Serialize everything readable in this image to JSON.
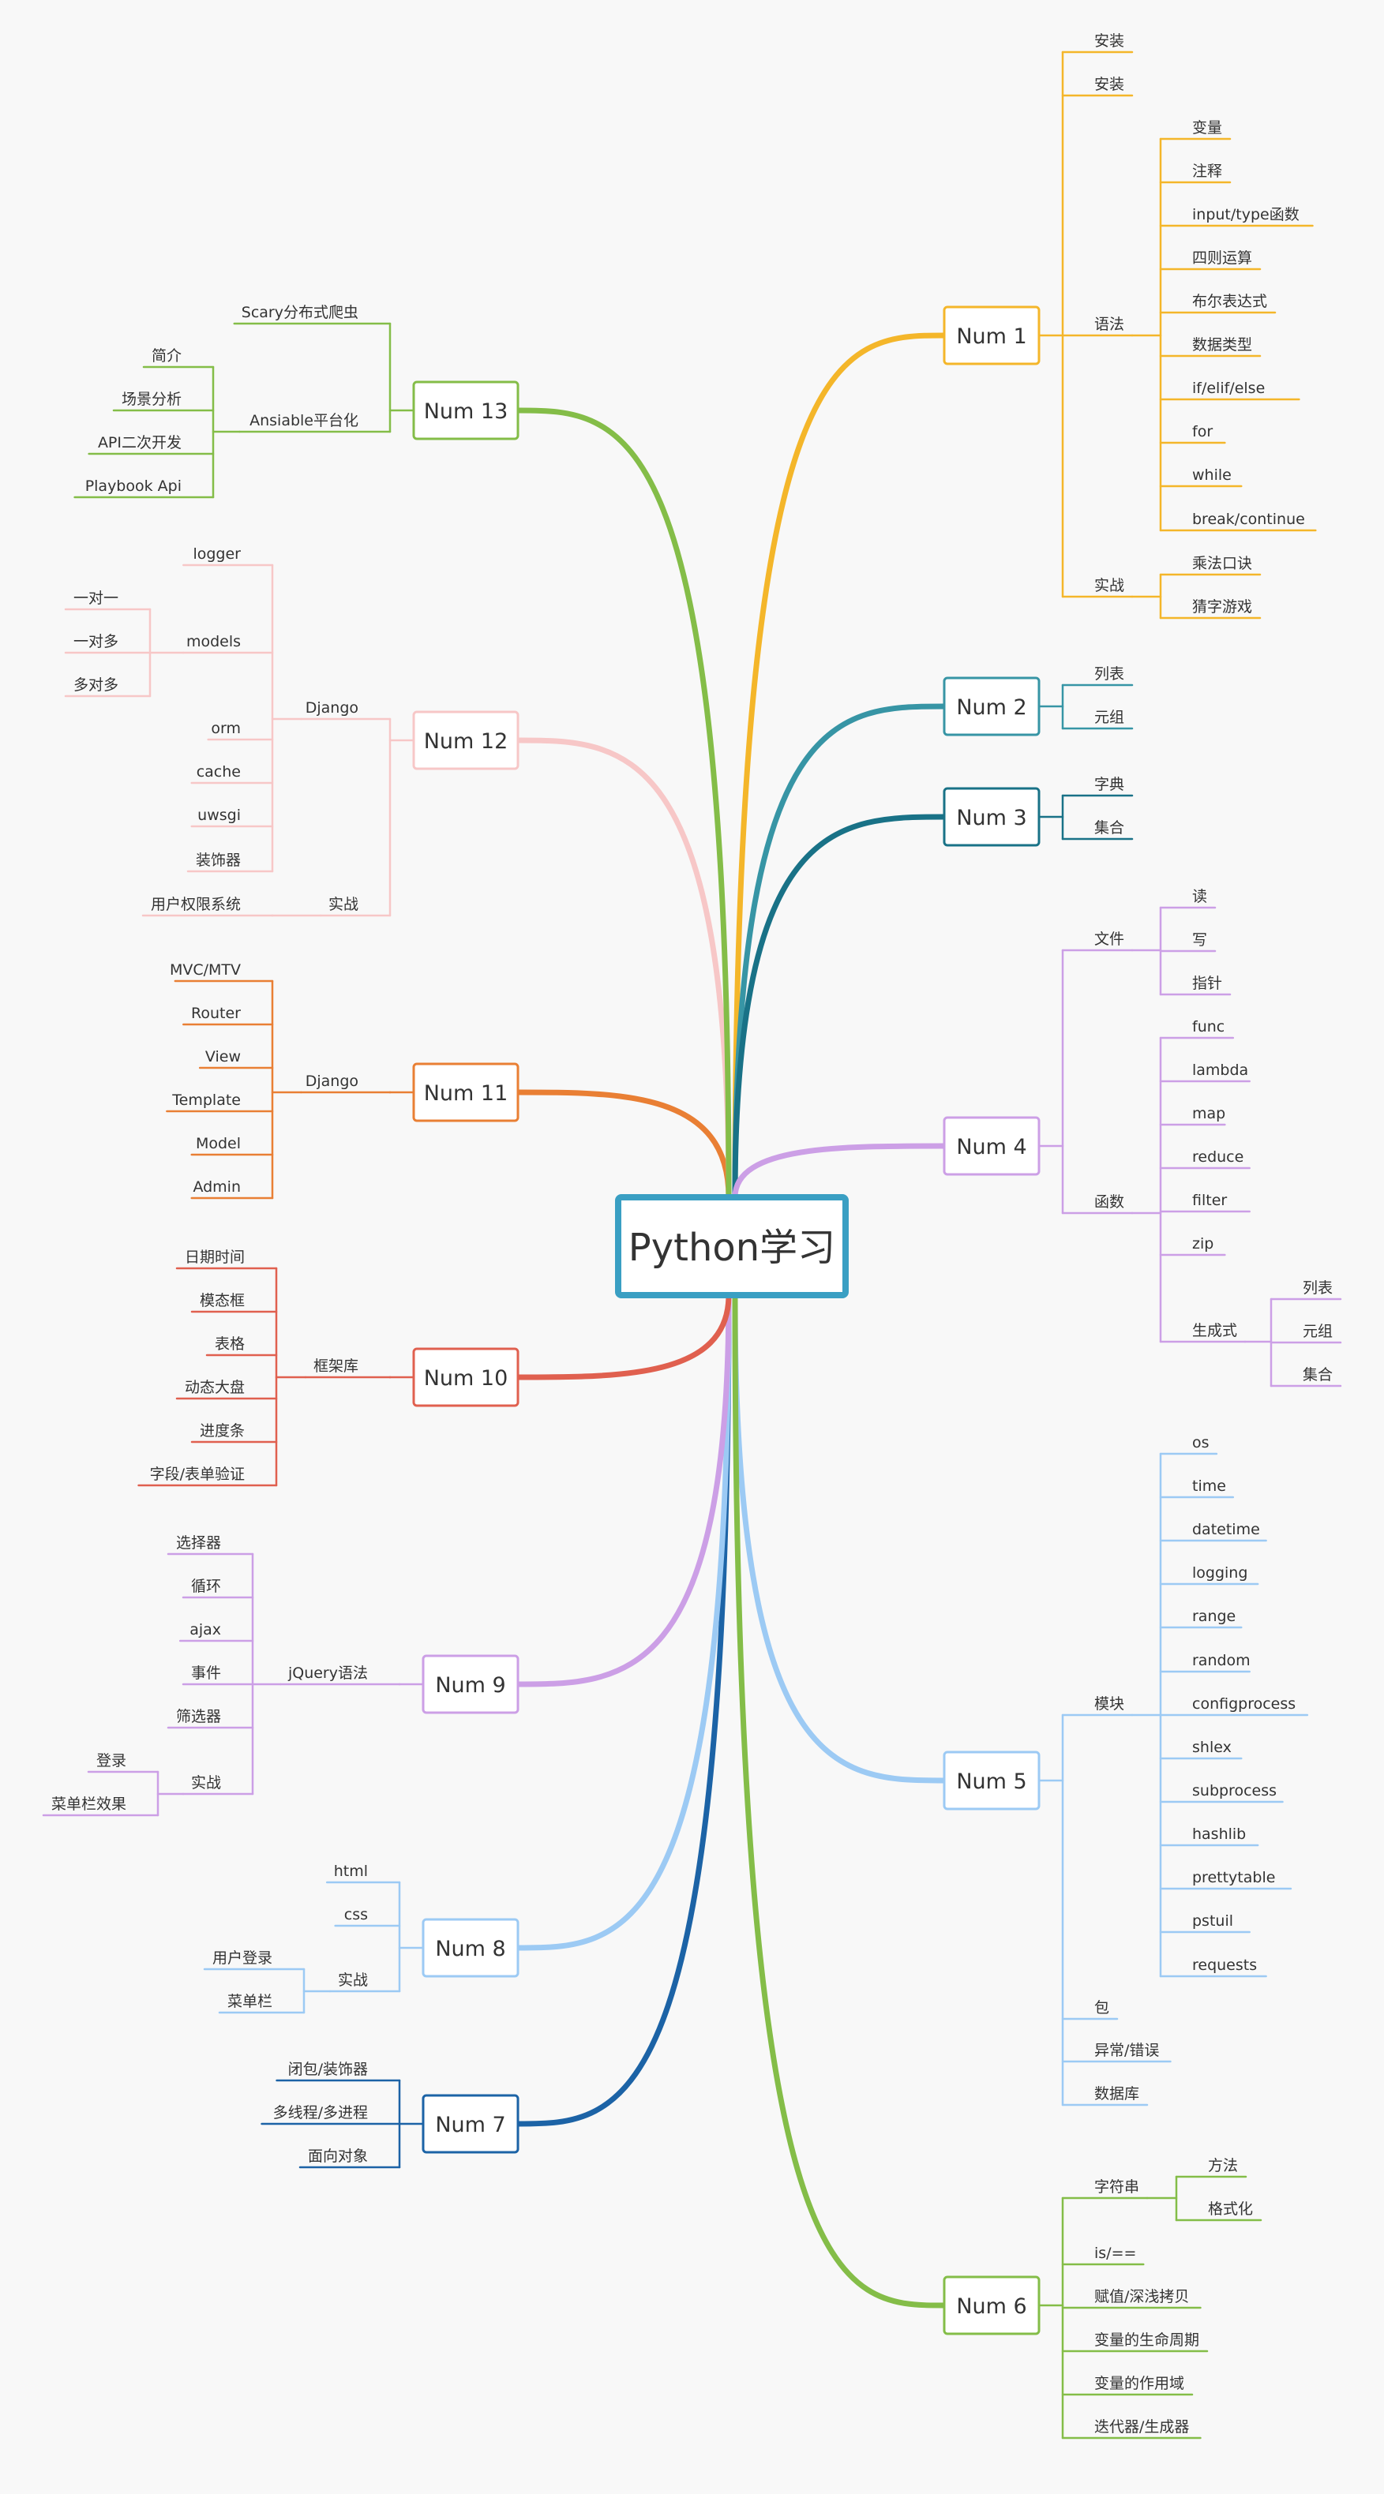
{
  "root": {
    "label": "Python学习",
    "color": "#3a9fc3"
  },
  "topics": [
    {
      "id": "num1",
      "label": "Num 1",
      "color": "#f4b62a",
      "children": [
        {
          "label": "安装"
        },
        {
          "label": "安装"
        },
        {
          "label": "语法",
          "children": [
            {
              "label": "变量"
            },
            {
              "label": "注释"
            },
            {
              "label": "input/type函数"
            },
            {
              "label": "四则运算"
            },
            {
              "label": "布尔表达式"
            },
            {
              "label": "数据类型"
            },
            {
              "label": "if/elif/else"
            },
            {
              "label": "for"
            },
            {
              "label": "while"
            },
            {
              "label": "break/continue"
            }
          ]
        },
        {
          "label": "实战",
          "children": [
            {
              "label": "乘法口诀"
            },
            {
              "label": "猜字游戏"
            }
          ]
        }
      ]
    },
    {
      "id": "num2",
      "label": "Num 2",
      "color": "#3795a5",
      "children": [
        {
          "label": "列表"
        },
        {
          "label": "元组"
        }
      ]
    },
    {
      "id": "num3",
      "label": "Num 3",
      "color": "#197287",
      "children": [
        {
          "label": "字典"
        },
        {
          "label": "集合"
        }
      ]
    },
    {
      "id": "num4",
      "label": "Num 4",
      "color": "#cc9fe6",
      "children": [
        {
          "label": "文件",
          "children": [
            {
              "label": "读"
            },
            {
              "label": "写"
            },
            {
              "label": "指针"
            }
          ]
        },
        {
          "label": "函数",
          "children": [
            {
              "label": "func"
            },
            {
              "label": "lambda"
            },
            {
              "label": "map"
            },
            {
              "label": "reduce"
            },
            {
              "label": "filter"
            },
            {
              "label": "zip"
            },
            {
              "label": "生成式",
              "children": [
                {
                  "label": "列表"
                },
                {
                  "label": "元组"
                },
                {
                  "label": "集合"
                }
              ]
            }
          ]
        }
      ]
    },
    {
      "id": "num5",
      "label": "Num 5",
      "color": "#9ccaf4",
      "children": [
        {
          "label": "模块",
          "children": [
            {
              "label": "os"
            },
            {
              "label": "time"
            },
            {
              "label": "datetime"
            },
            {
              "label": "logging"
            },
            {
              "label": "range"
            },
            {
              "label": "random"
            },
            {
              "label": "configprocess"
            },
            {
              "label": "shlex"
            },
            {
              "label": "subprocess"
            },
            {
              "label": "hashlib"
            },
            {
              "label": "prettytable"
            },
            {
              "label": "pstuil"
            },
            {
              "label": "requests"
            }
          ]
        },
        {
          "label": "包"
        },
        {
          "label": "异常/错误"
        },
        {
          "label": "数据库"
        }
      ]
    },
    {
      "id": "num6",
      "label": "Num 6",
      "color": "#84bd48",
      "children": [
        {
          "label": "字符串",
          "children": [
            {
              "label": "方法"
            },
            {
              "label": "格式化"
            }
          ]
        },
        {
          "label": "is/=="
        },
        {
          "label": "赋值/深浅拷贝"
        },
        {
          "label": "变量的生命周期"
        },
        {
          "label": "变量的作用域"
        },
        {
          "label": "迭代器/生成器"
        }
      ]
    },
    {
      "id": "num7",
      "label": "Num 7",
      "color": "#1c63a6",
      "children": [
        {
          "label": "闭包/装饰器"
        },
        {
          "label": "多线程/多进程"
        },
        {
          "label": "面向对象"
        }
      ]
    },
    {
      "id": "num8",
      "label": "Num 8",
      "color": "#9ccaf4",
      "children": [
        {
          "label": "html"
        },
        {
          "label": "css"
        },
        {
          "label": "实战",
          "children": [
            {
              "label": "用户登录"
            },
            {
              "label": "菜单栏"
            }
          ]
        }
      ]
    },
    {
      "id": "num9",
      "label": "Num 9",
      "color": "#cc9fe6",
      "children": [
        {
          "label": "jQuery语法",
          "children": [
            {
              "label": "选择器"
            },
            {
              "label": "循环"
            },
            {
              "label": "ajax"
            },
            {
              "label": "事件"
            },
            {
              "label": "筛选器"
            },
            {
              "label": "实战",
              "children": [
                {
                  "label": "登录"
                },
                {
                  "label": "菜单栏效果"
                }
              ]
            }
          ]
        }
      ]
    },
    {
      "id": "num10",
      "label": "Num 10",
      "color": "#e0604f",
      "children": [
        {
          "label": "框架库",
          "children": [
            {
              "label": "日期时间"
            },
            {
              "label": "模态框"
            },
            {
              "label": "表格"
            },
            {
              "label": "动态大盘"
            },
            {
              "label": "进度条"
            },
            {
              "label": "字段/表单验证"
            }
          ]
        }
      ]
    },
    {
      "id": "num11",
      "label": "Num 11",
      "color": "#e97f34",
      "children": [
        {
          "label": "Django",
          "children": [
            {
              "label": "MVC/MTV"
            },
            {
              "label": "Router"
            },
            {
              "label": "View"
            },
            {
              "label": "Template"
            },
            {
              "label": "Model"
            },
            {
              "label": "Admin"
            }
          ]
        }
      ]
    },
    {
      "id": "num12",
      "label": "Num 12",
      "color": "#f7c7c7",
      "children": [
        {
          "label": "Django",
          "children": [
            {
              "label": "logger"
            },
            {
              "label": "models",
              "children": [
                {
                  "label": "一对一"
                },
                {
                  "label": "一对多"
                },
                {
                  "label": "多对多"
                }
              ]
            },
            {
              "label": "orm"
            },
            {
              "label": "cache"
            },
            {
              "label": "uwsgi"
            },
            {
              "label": "装饰器"
            }
          ]
        },
        {
          "label": "实战",
          "children": [
            {
              "label": "用户权限系统"
            }
          ]
        }
      ]
    },
    {
      "id": "num13",
      "label": "Num 13",
      "color": "#84bd48",
      "children": [
        {
          "label": "Scary分布式爬虫"
        },
        {
          "label": "Ansiable平台化",
          "children": [
            {
              "label": "简介"
            },
            {
              "label": "场景分析"
            },
            {
              "label": "API二次开发"
            },
            {
              "label": "Playbook Api"
            }
          ]
        }
      ]
    }
  ]
}
